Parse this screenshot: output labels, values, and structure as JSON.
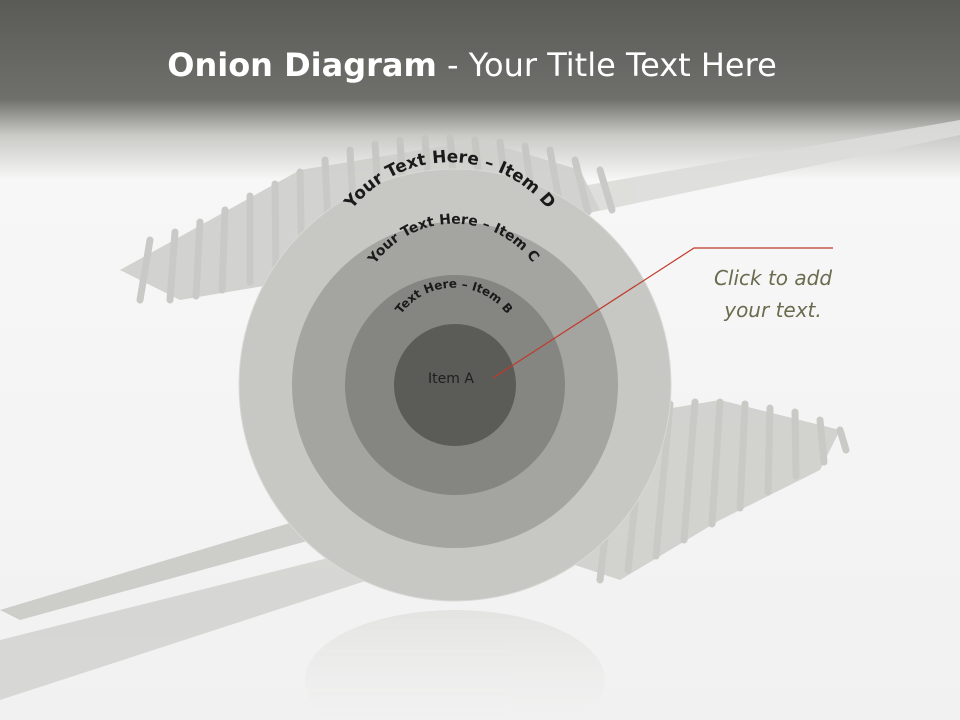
{
  "slide": {
    "title_bold": "Onion Diagram",
    "title_rest": " - Your Title Text Here"
  },
  "diagram": {
    "rings": [
      {
        "label": "Item A",
        "color": "#5b5c58"
      },
      {
        "label": "Text Here – Item B",
        "color": "#858681"
      },
      {
        "label": "Your Text Here – Item C",
        "color": "#a4a5a1"
      },
      {
        "label": "Your Text Here – Item D",
        "color": "#c7c7c4"
      }
    ],
    "callout": {
      "text_line1": "Click  to add",
      "text_line2": "your text.",
      "line_color": "#c0392b"
    }
  }
}
